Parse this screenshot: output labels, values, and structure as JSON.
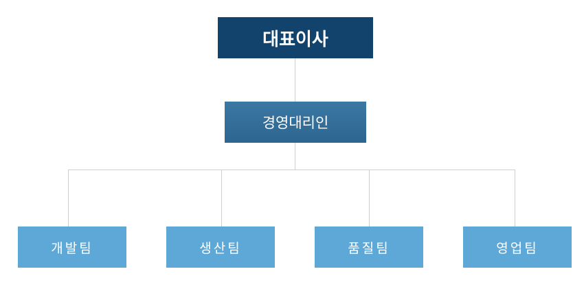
{
  "org_chart": {
    "ceo": "대표이사",
    "representative": "경영대리인",
    "teams": [
      "개발팀",
      "생산팀",
      "품질팀",
      "영업팀"
    ]
  },
  "colors": {
    "ceo_box": "#11436c",
    "representative_box": "#2d6690",
    "team_box": "#5ea8d7",
    "connector": "#cfcfcf"
  }
}
